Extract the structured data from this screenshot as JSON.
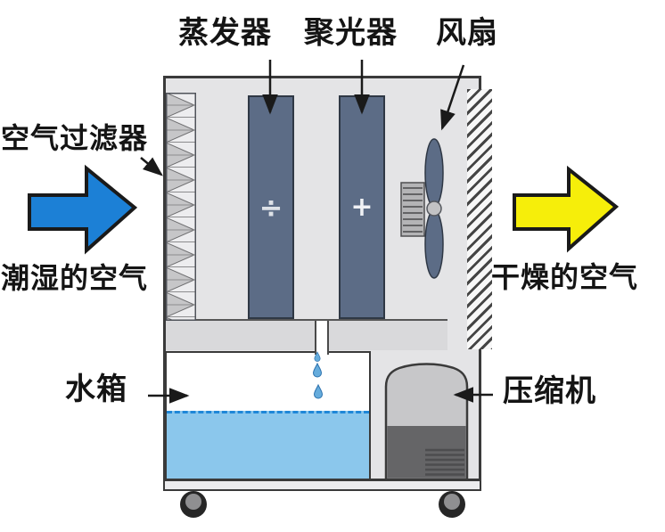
{
  "labels": {
    "evaporator": "蒸发器",
    "condenser": "聚光器",
    "fan": "风扇",
    "air_filter": "空气过滤器",
    "humid_air": "潮湿的空气",
    "dry_air": "干燥的空气",
    "water_tank": "水箱",
    "compressor": "压缩机"
  },
  "coil_symbols": {
    "evaporator": "÷",
    "condenser": "+"
  },
  "colors": {
    "humid_air_arrow": "#1C80D6",
    "dry_air_arrow": "#F6EE0A",
    "coil_fill": "#5C6C86",
    "water_fill": "#8BC7EC",
    "water_surface_line": "#1F87D8",
    "cabinet_fill": "#E4E4E6",
    "outline": "#3A3A3A"
  }
}
